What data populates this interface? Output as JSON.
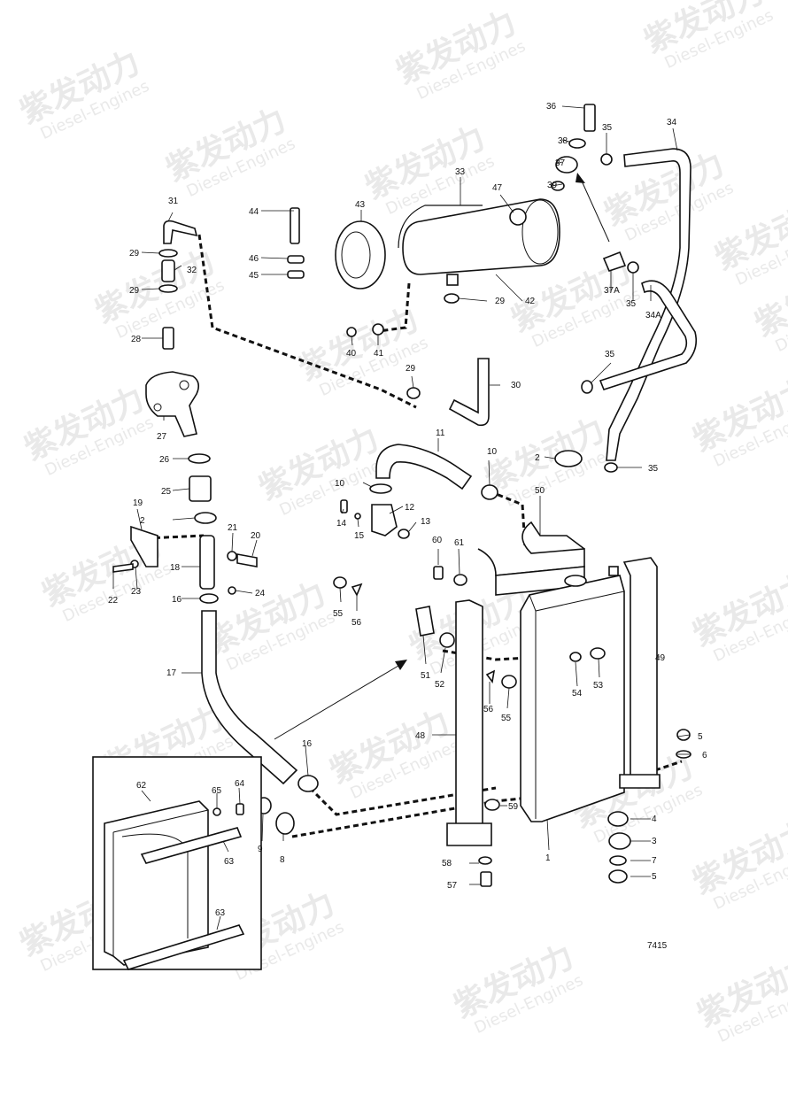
{
  "figure_code": "7415",
  "watermark": {
    "cn": "紫发动力",
    "en": "Diesel-Engines"
  },
  "callouts": [
    "1",
    "2",
    "3",
    "4",
    "5",
    "6",
    "7",
    "8",
    "9",
    "10",
    "11",
    "12",
    "13",
    "14",
    "15",
    "16",
    "17",
    "18",
    "19",
    "20",
    "21",
    "22",
    "23",
    "24",
    "25",
    "26",
    "27",
    "28",
    "29",
    "30",
    "31",
    "32",
    "33",
    "34",
    "34A",
    "35",
    "36",
    "37",
    "37A",
    "38",
    "39",
    "40",
    "41",
    "42",
    "43",
    "44",
    "45",
    "46",
    "47",
    "48",
    "49",
    "50",
    "51",
    "52",
    "53",
    "54",
    "55",
    "56",
    "57",
    "58",
    "59",
    "60",
    "61",
    "62",
    "63",
    "64",
    "65"
  ]
}
